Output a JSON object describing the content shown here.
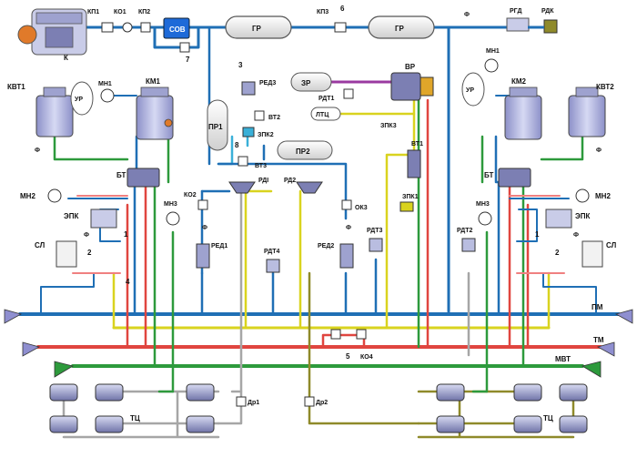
{
  "labels": {
    "kp1": "КП1",
    "ko1": "КО1",
    "kp2": "КП2",
    "sov": "СОВ",
    "gr1": "ГР",
    "kp3": "КП3",
    "n6": "6",
    "gr2": "ГР",
    "f_top": "Ф",
    "rgd": "РГД",
    "rdk": "РДК",
    "k": "К",
    "n7": "7",
    "kvt1": "КВТ1",
    "ur_l": "УР",
    "mn1_l": "МН1",
    "km1": "КМ1",
    "n3": "3",
    "red3": "РЕД3",
    "vt2": "ВТ2",
    "pr1": "ПР1",
    "zr": "ЗР",
    "vr": "ВР",
    "rdt1": "РДТ1",
    "ltts": "ЛТЦ",
    "zpk3": "ЗПК3",
    "zpk2": "ЗПК2",
    "n8": "8",
    "vt3": "ВТ3",
    "pr2": "ПР2",
    "vt1": "ВТ1",
    "mn1_r": "МН1",
    "ur_r": "УР",
    "km2": "КМ2",
    "kvt2": "КВТ2",
    "f_l": "Ф",
    "f_r": "Ф",
    "bt_l": "БТ",
    "bt_r": "БТ",
    "mn2_l": "МН2",
    "mn2_r": "МН2",
    "mn3_l": "МН3",
    "ko2": "КО2",
    "rdi": "РДI",
    "rd2": "РД2",
    "ok3": "ОК3",
    "zpk1": "ЗПК1",
    "mn3_r": "МН3",
    "epk_l": "ЭПК",
    "epk_r": "ЭПК",
    "f_epk_l": "Ф",
    "f_epk_r": "Ф",
    "n1_l": "1",
    "n1_r": "1",
    "sl_l": "СЛ",
    "sl_r": "СЛ",
    "n2_l": "2",
    "n2_r": "2",
    "f_red1": "Ф",
    "red1": "РЕД1",
    "rdt4": "РДТ4",
    "f_red2": "Ф",
    "red2": "РЕД2",
    "rdt3": "РДТ3",
    "rdt2": "РДТ2",
    "n4": "4",
    "pm": "ПМ",
    "tm": "ТМ",
    "n5": "5",
    "ko4": "КО4",
    "mvt": "МВТ",
    "tts_l": "ТЦ",
    "tts_r": "ТЦ",
    "dr1": "Др1",
    "dr2": "Др2"
  },
  "colors": {
    "pm_line": "#1f6fb5",
    "tm_line": "#e0453f",
    "mvt_line": "#2d9a3c",
    "yellow_line": "#d9d31f",
    "gray_line": "#a6a6a6",
    "purple_line": "#9a3aa0",
    "cyan_line": "#3ab0d8",
    "olive_line": "#8f8a2a",
    "pink_line": "#f08080",
    "sov_box": "#1e6ad8",
    "device_body": "#b9bde0",
    "reservoir": "#f2f2f2"
  },
  "icons": [
    "compressor-icon",
    "gauge-icon",
    "valve-icon",
    "brake-cylinder-icon",
    "hose-coupling-icon",
    "reservoir-icon"
  ]
}
